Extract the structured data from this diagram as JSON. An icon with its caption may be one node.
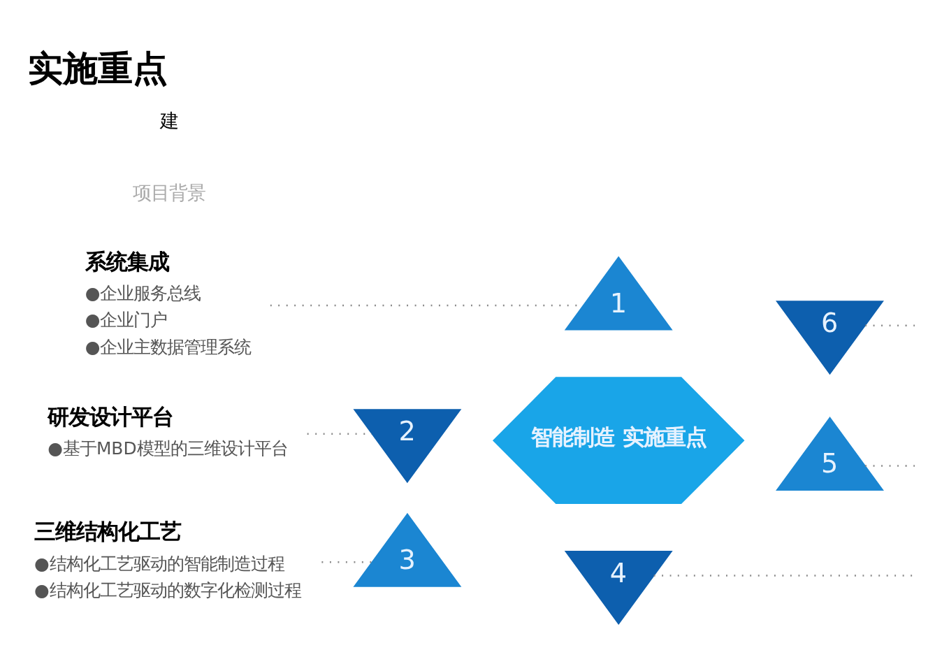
{
  "diagram": {
    "title": "实施重点",
    "nodes": [
      {
        "text": [
          "系统集成",
          "●企业服务总线",
          "●企业门户",
          "●企业主数据管理系统"
        ]
      },
      {
        "text": [
          "研发设计平台",
          "●基于MBD模型的三维设计平台"
        ]
      },
      {
        "text": [
          "三维结构化工艺",
          "●结构化工艺驱动的智能制造过程",
          "●结构化工艺驱动的数字化检测过程"
        ]
      },
      {
        "text": [
          "1"
        ]
      },
      {
        "text": [
          "2"
        ]
      },
      {
        "text": [
          "6"
        ]
      },
      {
        "text": [
          "智能制造 实施重点"
        ]
      },
      {
        "text": [
          "3"
        ]
      },
      {
        "text": [
          "5"
        ]
      },
      {
        "text": [
          "4"
        ]
      }
    ],
    "edges": [
      {
        "from": 0,
        "to": 3,
        "arrow": "none",
        "style": "dashed"
      },
      {
        "from": 1,
        "to": 4,
        "arrow": "none",
        "style": "dashed"
      },
      {
        "from": 2,
        "to": 7,
        "arrow": "none",
        "style": "dashed"
      },
      {
        "from": 5,
        "to": null,
        "arrow": "none",
        "style": "dashed"
      },
      {
        "from": 8,
        "to": null,
        "arrow": "none",
        "style": "dashed"
      },
      {
        "from": 9,
        "to": null,
        "arrow": "none",
        "style": "dashed"
      }
    ],
    "labels": [
      "项目背景",
      "建"
    ]
  }
}
